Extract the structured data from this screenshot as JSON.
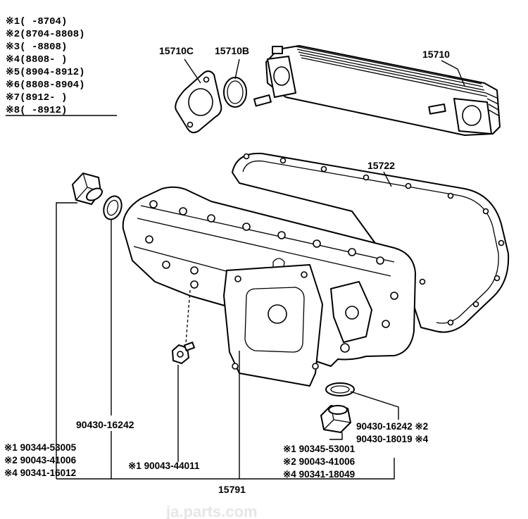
{
  "legend": [
    {
      "mark": "※1",
      "range": "(     -8704)"
    },
    {
      "mark": "※2",
      "range": "(8704-8808)"
    },
    {
      "mark": "※3",
      "range": "(     -8808)"
    },
    {
      "mark": "※4",
      "range": "(8808-      )"
    },
    {
      "mark": "※5",
      "range": "(8904-8912)"
    },
    {
      "mark": "※6",
      "range": "(8808-8904)"
    },
    {
      "mark": "※7",
      "range": "(8912-      )"
    },
    {
      "mark": "※8",
      "range": "(     -8912)"
    }
  ],
  "labels": {
    "p15710C": "15710C",
    "p15710B": "15710B",
    "p15710": "15710",
    "p15722": "15722",
    "p90430_left": "90430-16242",
    "left_group": [
      "※1 90344-53005",
      "※2 90043-41006",
      "※4 90341-16012"
    ],
    "center_bolt": "※1 90043-44011",
    "right_gasket": [
      "90430-16242 ※2",
      "90430-18019 ※4"
    ],
    "right_group": [
      "※1 90345-53001",
      "※2 90043-41006",
      "※4 90341-18049"
    ],
    "p15791": "15791"
  },
  "watermark": "ja.parts.com"
}
